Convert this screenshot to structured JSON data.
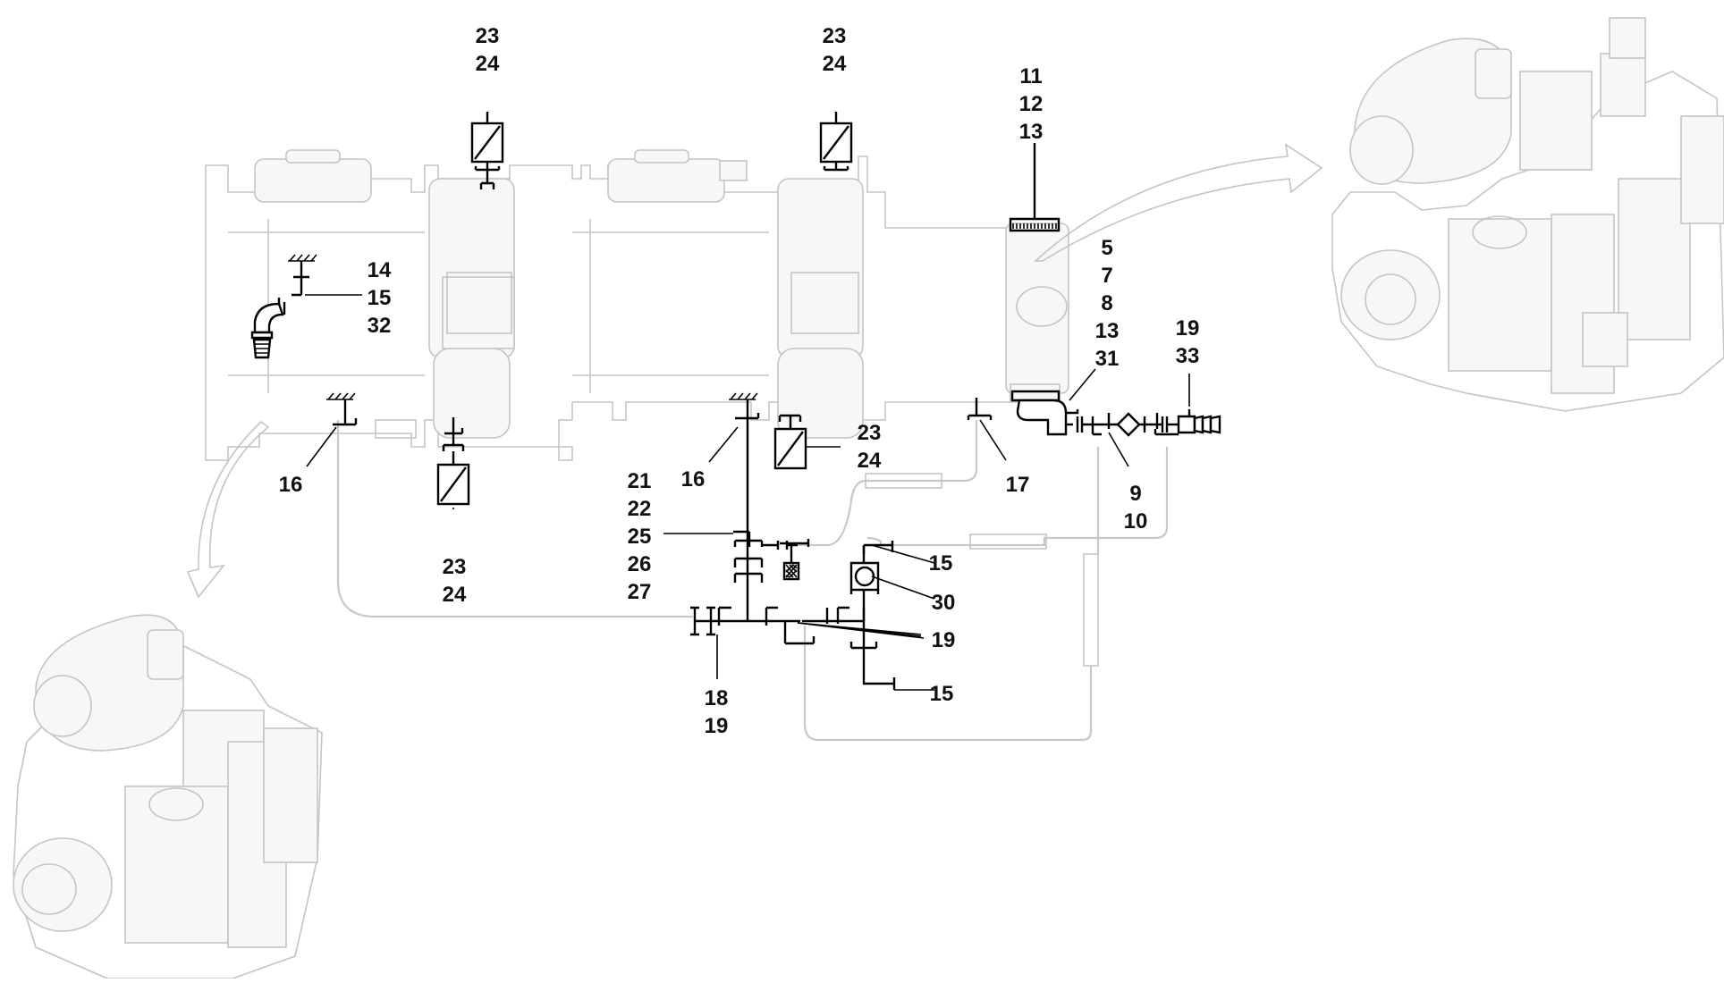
{
  "diagram": {
    "callouts": [
      {
        "id": "c-23-24-a",
        "lines": [
          "23",
          "24"
        ]
      },
      {
        "id": "c-23-24-b",
        "lines": [
          "23",
          "24"
        ]
      },
      {
        "id": "c-11-12-13",
        "lines": [
          "11",
          "12",
          "13"
        ]
      },
      {
        "id": "c-14-15-32",
        "lines": [
          "14",
          "15",
          "32"
        ]
      },
      {
        "id": "c-5-7-8-13-31",
        "lines": [
          "5",
          "7",
          "8",
          "13",
          "31"
        ]
      },
      {
        "id": "c-19-33",
        "lines": [
          "19",
          "33"
        ]
      },
      {
        "id": "c-16-a",
        "lines": [
          "16"
        ]
      },
      {
        "id": "c-16-b",
        "lines": [
          "16"
        ]
      },
      {
        "id": "c-23-24-c",
        "lines": [
          "23",
          "24"
        ]
      },
      {
        "id": "c-23-24-d",
        "lines": [
          "23",
          "24"
        ]
      },
      {
        "id": "c-17",
        "lines": [
          "17"
        ]
      },
      {
        "id": "c-9-10",
        "lines": [
          "9",
          "10"
        ]
      },
      {
        "id": "c-21-27",
        "lines": [
          "21",
          "22",
          "25",
          "26",
          "27"
        ]
      },
      {
        "id": "c-15-a",
        "lines": [
          "15"
        ]
      },
      {
        "id": "c-30",
        "lines": [
          "30"
        ]
      },
      {
        "id": "c-19",
        "lines": [
          "19"
        ]
      },
      {
        "id": "c-18-19",
        "lines": [
          "18",
          "19"
        ]
      },
      {
        "id": "c-15-b",
        "lines": [
          "15"
        ]
      }
    ]
  }
}
